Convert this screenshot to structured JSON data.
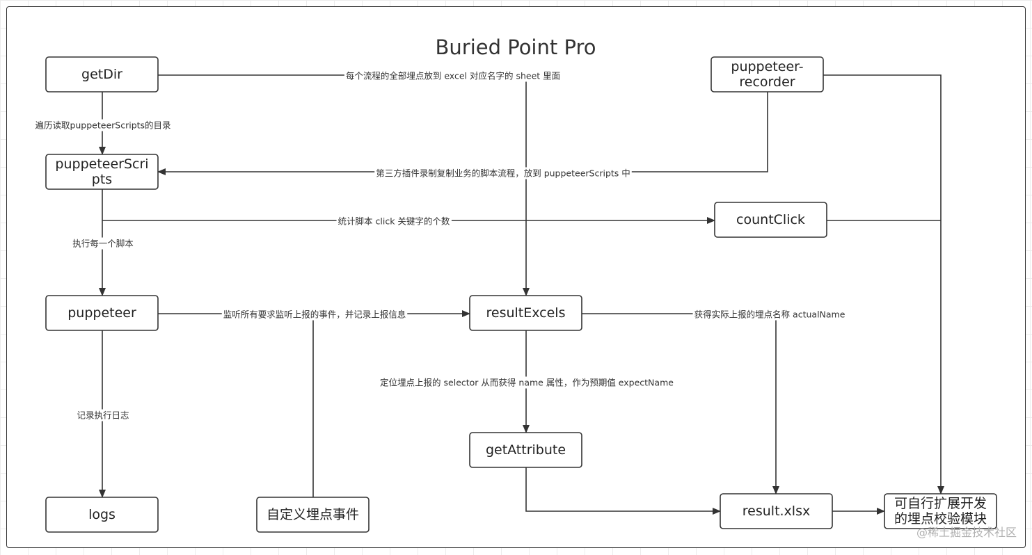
{
  "diagram": {
    "title": "Buried Point Pro",
    "nodes": [
      {
        "id": "getDir",
        "label": "getDir"
      },
      {
        "id": "recorder",
        "label": "puppeteer-\nrecorder"
      },
      {
        "id": "scripts",
        "label": "puppeteerScri\npts"
      },
      {
        "id": "countClick",
        "label": "countClick"
      },
      {
        "id": "puppeteer",
        "label": "puppeteer"
      },
      {
        "id": "resultExcels",
        "label": "resultExcels"
      },
      {
        "id": "getAttribute",
        "label": "getAttribute"
      },
      {
        "id": "logs",
        "label": "logs"
      },
      {
        "id": "customEvent",
        "label": "自定义埋点事件"
      },
      {
        "id": "resultXlsx",
        "label": "result.xlsx"
      },
      {
        "id": "module",
        "label": "可自行扩展开发\n的埋点校验模块"
      }
    ],
    "edges": [
      {
        "id": "e1",
        "from": "getDir",
        "to": "resultExcels",
        "label": "每个流程的全部埋点放到 excel 对应名字的 sheet 里面"
      },
      {
        "id": "e2",
        "from": "getDir",
        "to": "scripts",
        "label": "遍历读取puppeteerScripts的目录"
      },
      {
        "id": "e3",
        "from": "recorder",
        "to": "scripts",
        "label": "第三方插件录制复制业务的脚本流程，放到 puppeteerScripts 中"
      },
      {
        "id": "e4",
        "from": "recorder",
        "to": "module",
        "label": ""
      },
      {
        "id": "e5",
        "from": "scripts",
        "to": "countClick",
        "label": "统计脚本 click 关键字的个数"
      },
      {
        "id": "e6",
        "from": "scripts",
        "to": "puppeteer",
        "label": "执行每一个脚本"
      },
      {
        "id": "e7",
        "from": "countClick",
        "to": "module",
        "label": ""
      },
      {
        "id": "e8",
        "from": "puppeteer",
        "to": "resultExcels",
        "label": "监听所有要求监听上报的事件，并记录上报信息"
      },
      {
        "id": "e9",
        "from": "customEvent",
        "to": "resultExcels",
        "label": ""
      },
      {
        "id": "e10",
        "from": "puppeteer",
        "to": "logs",
        "label": "记录执行日志"
      },
      {
        "id": "e11",
        "from": "resultExcels",
        "to": "resultXlsx",
        "label": "获得实际上报的埋点名称 actualName"
      },
      {
        "id": "e12",
        "from": "resultExcels",
        "to": "getAttribute",
        "label": "定位埋点上报的 selector 从而获得 name 属性，作为预期值 expectName"
      },
      {
        "id": "e13",
        "from": "getAttribute",
        "to": "resultXlsx",
        "label": ""
      },
      {
        "id": "e14",
        "from": "resultXlsx",
        "to": "module",
        "label": ""
      }
    ]
  },
  "watermark": "@稀土掘金技术社区"
}
